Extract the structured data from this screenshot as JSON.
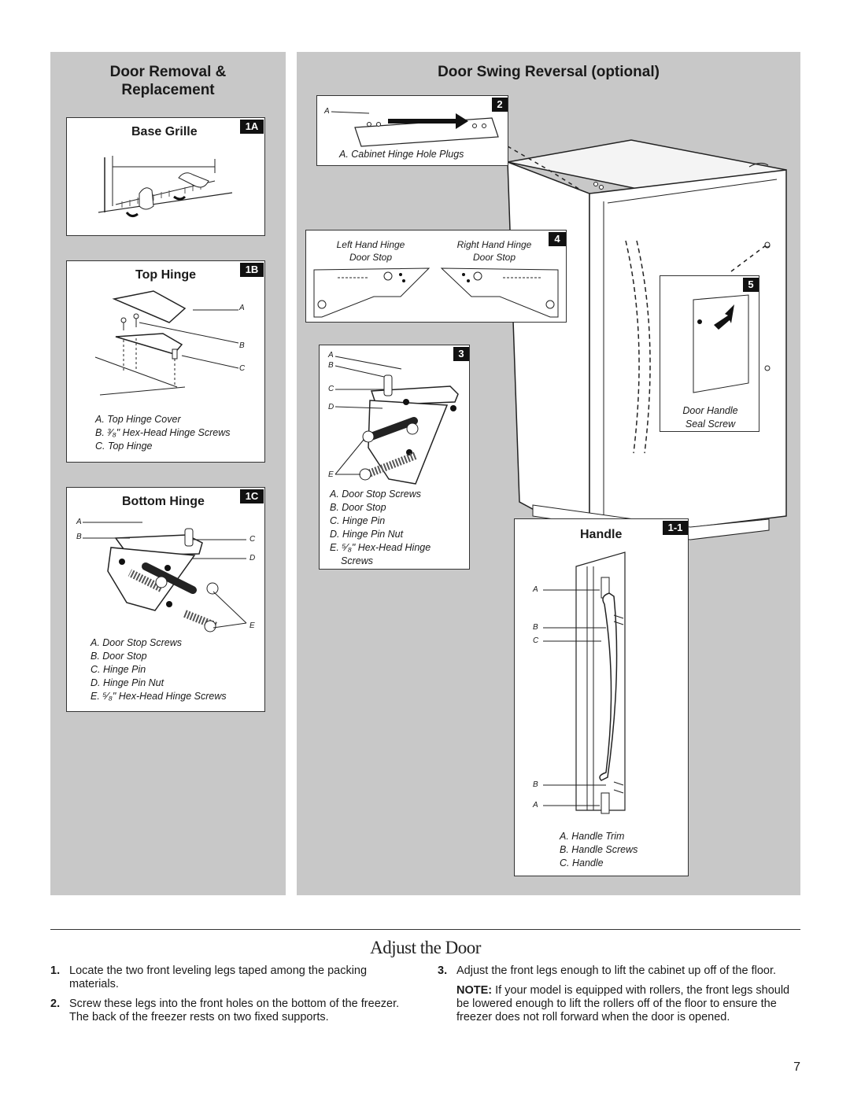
{
  "left_panel": {
    "title_line1": "Door Removal &",
    "title_line2": "Replacement",
    "base_grille": {
      "title": "Base Grille",
      "badge": "1A"
    },
    "top_hinge": {
      "title": "Top Hinge",
      "badge": "1B",
      "letters": [
        "A",
        "B",
        "C"
      ],
      "captions": [
        "A. Top Hinge Cover",
        "B. ³⁄₈\" Hex-Head Hinge Screws",
        "C. Top Hinge"
      ]
    },
    "bottom_hinge": {
      "title": "Bottom Hinge",
      "badge": "1C",
      "letters": [
        "A",
        "B",
        "C",
        "D",
        "E"
      ],
      "captions": [
        "A. Door Stop Screws",
        "B. Door Stop",
        "C. Hinge Pin",
        "D. Hinge Pin Nut",
        "E. ⁵⁄₈\" Hex-Head Hinge Screws"
      ]
    }
  },
  "right_panel": {
    "title": "Door Swing Reversal (optional)",
    "step2": {
      "badge": "2",
      "letter": "A",
      "caption": "A. Cabinet Hinge Hole Plugs"
    },
    "step4": {
      "badge": "4",
      "left_label_1": "Left Hand Hinge",
      "left_label_2": "Door Stop",
      "right_label_1": "Right Hand Hinge",
      "right_label_2": "Door Stop"
    },
    "step3": {
      "badge": "3",
      "letters": [
        "A",
        "B",
        "C",
        "D",
        "E"
      ],
      "captions": [
        "A. Door Stop Screws",
        "B. Door Stop",
        "C. Hinge Pin",
        "D. Hinge Pin Nut",
        "E. ⁵⁄₈\" Hex-Head Hinge",
        "Screws"
      ]
    },
    "step5": {
      "badge": "5",
      "caption_1": "Door Handle",
      "caption_2": "Seal Screw"
    },
    "handle": {
      "title": "Handle",
      "badge": "1-1",
      "letters": [
        "A",
        "B",
        "C",
        "B",
        "A"
      ],
      "captions": [
        "A. Handle Trim",
        "B. Handle Screws",
        "C. Handle"
      ]
    }
  },
  "adjust": {
    "title": "Adjust the Door",
    "steps": [
      {
        "num": "1.",
        "text": "Locate the two front leveling legs taped among the packing materials."
      },
      {
        "num": "2.",
        "text": "Screw these legs into the front holes on the bottom of the freezer. The back of the freezer rests on two fixed supports."
      },
      {
        "num": "3.",
        "text": "Adjust the front legs enough to lift the cabinet up off of the floor."
      }
    ],
    "note_label": "NOTE:",
    "note_text": " If your model is equipped with rollers, the front legs should be lowered enough to lift the rollers off of the floor to ensure the freezer does not roll forward when the door is opened."
  },
  "page_number": "7",
  "colors": {
    "panel_bg": "#c8c8c8",
    "badge_bg": "#111111",
    "rule": "#333333"
  }
}
